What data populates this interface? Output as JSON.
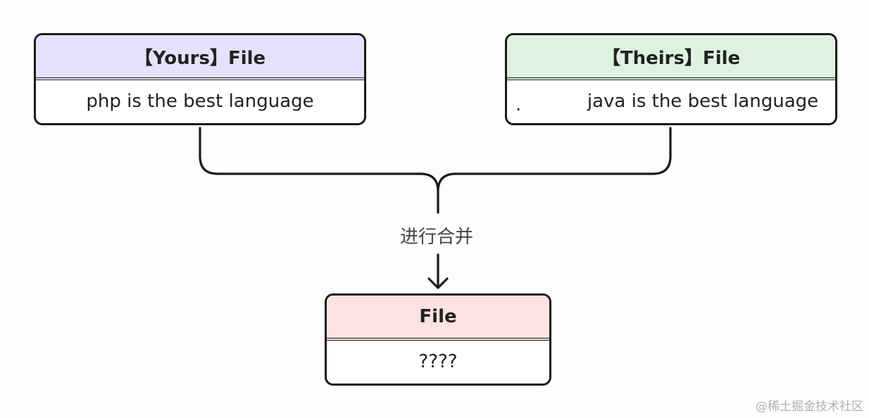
{
  "yours": {
    "header": "【Yours】File",
    "body": "php is the best language"
  },
  "theirs": {
    "header": "【Theirs】File",
    "marker": ".",
    "body": "java is the best language"
  },
  "merge": {
    "label": "进行合并"
  },
  "result": {
    "header": "File",
    "body": "????"
  },
  "watermark": "@稀土掘金技术社区",
  "colors": {
    "yours_header": "#e6e2fb",
    "theirs_header": "#ddf3e0",
    "result_header": "#fde2e2",
    "line": "#1a1a1a"
  }
}
